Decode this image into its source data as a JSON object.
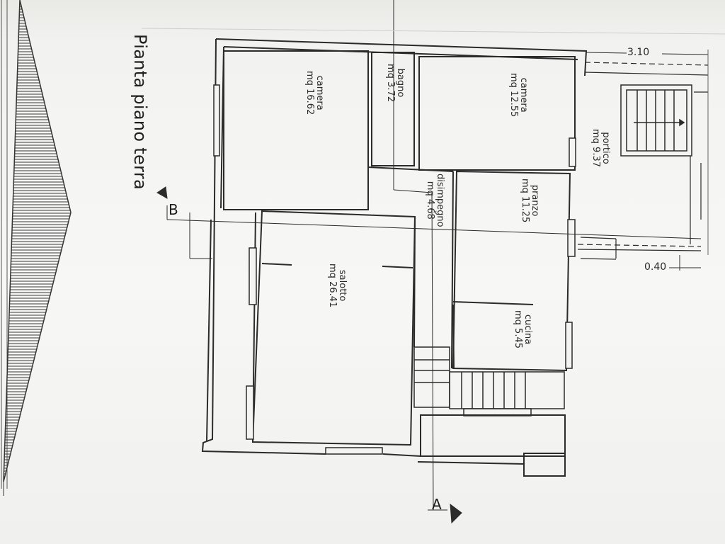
{
  "drawing": {
    "title": "Pianta piano terra"
  },
  "rooms": {
    "camera_left": {
      "name": "camera",
      "area": "mq 16.62"
    },
    "bagno": {
      "name": "bagno",
      "area": "mq 3.72"
    },
    "camera_right": {
      "name": "camera",
      "area": "mq 12.55"
    },
    "disimpegno": {
      "name": "disimpegno",
      "area": "mq 4.68"
    },
    "pranzo": {
      "name": "pranzo",
      "area": "mq 11.25"
    },
    "portico": {
      "name": "portico",
      "area": "mq 9.37"
    },
    "salotto": {
      "name": "salotto",
      "area": "mq 26.41"
    },
    "cucina": {
      "name": "cucina",
      "area": "mq 5.45"
    }
  },
  "dimensions": {
    "top_right": "3.10",
    "right_mid": "0.40"
  },
  "section_marks": {
    "b": "B",
    "a": "A"
  },
  "colors": {
    "wall": "#2b2b2b",
    "paper": "#f4f4f2",
    "hatch": "#3a3a3a"
  }
}
